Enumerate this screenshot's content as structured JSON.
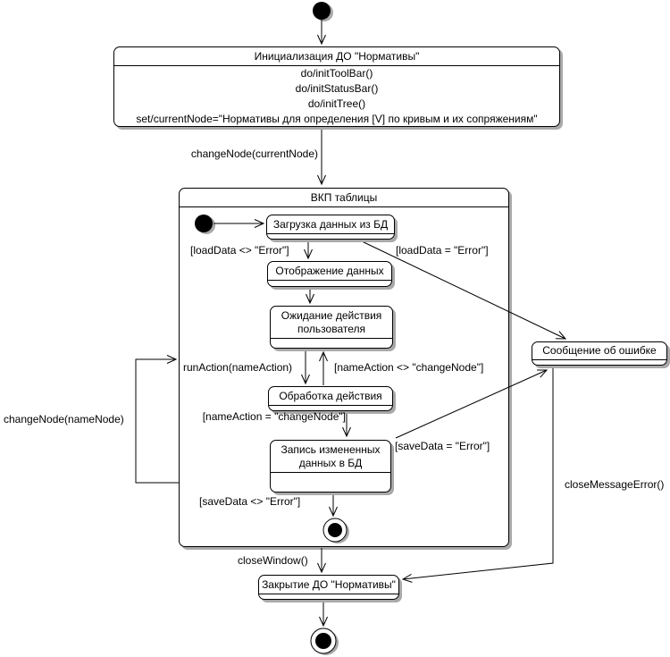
{
  "diagram_type": "uml-statechart",
  "colors": {
    "line": "#000000",
    "state_fill": "#ffffff",
    "shadow": "#a9a9a9"
  },
  "states": {
    "init": {
      "name": "Инициализация ДО \"Нормативы\"",
      "actions": [
        "do/initToolBar()",
        "do/initStatusBar()",
        "do/initTree()",
        "set/currentNode=\"Нормативы для определения [V] по кривым и их сопряжениям\""
      ]
    },
    "composite": {
      "name": "ВКП таблицы"
    },
    "load": {
      "name": "Загрузка данных из БД"
    },
    "display": {
      "name": "Отображение данных"
    },
    "wait": {
      "name": "Ожидание действия пользователя"
    },
    "process": {
      "name": "Обработка действия"
    },
    "save": {
      "name": "Запись измененных данных в БД"
    },
    "error": {
      "name": "Сообщение об ошибке"
    },
    "close": {
      "name": "Закрытие ДО \"Нормативы\""
    }
  },
  "transitions": {
    "change_node_current": "changeNode(currentNode)",
    "load_ok": "[loadData <> \"Error\"]",
    "load_err": "[loadData = \"Error\"]",
    "run_action": "runAction(nameAction)",
    "action_other": "[nameAction <> \"changeNode\"]",
    "action_change": "[nameAction = \"changeNode\"]",
    "save_err": "[saveData = \"Error\"]",
    "save_ok": "[saveData <> \"Error\"]",
    "change_node_name": "changeNode(nameNode)",
    "close_window": "closeWindow()",
    "close_message_error": "closeMessageError()"
  }
}
